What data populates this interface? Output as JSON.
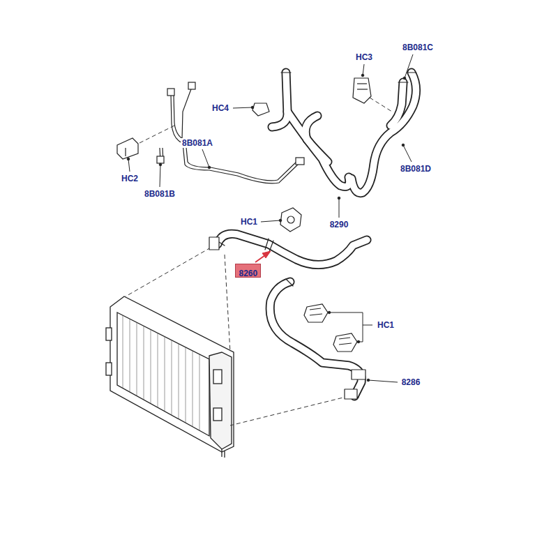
{
  "diagram": {
    "nodes": [
      {
        "text": [
          "8260"
        ]
      }
    ],
    "labels": [
      "8B081C",
      "HC3",
      "HC4",
      "8B081A",
      "8B081D",
      "HC2",
      "8B081B",
      "HC1",
      "8290",
      "HC1",
      "8286"
    ]
  }
}
